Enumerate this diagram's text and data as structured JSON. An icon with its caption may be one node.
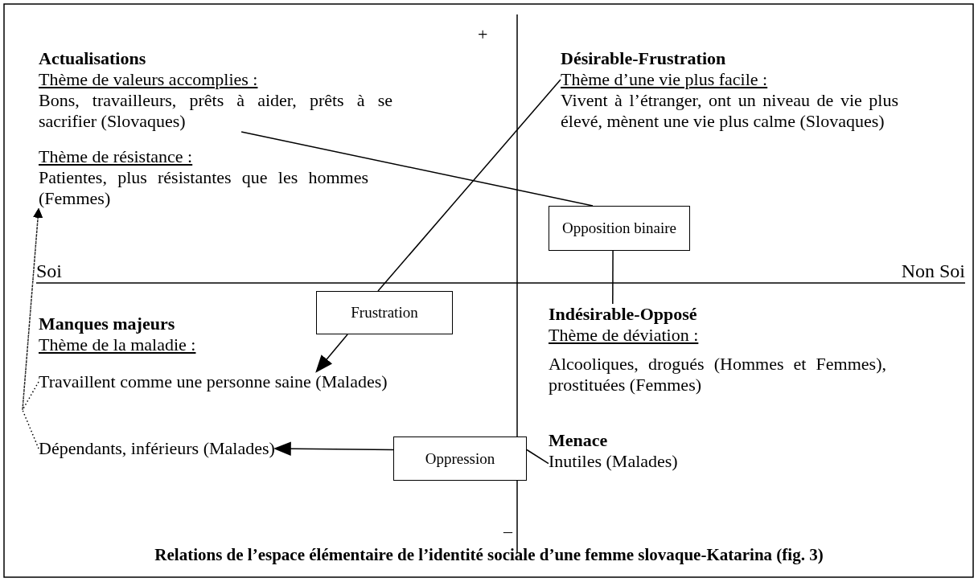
{
  "diagram": {
    "caption": "Relations de l’espace élémentaire de l’identité sociale d’une femme slovaque-Katarina (fig. 3)",
    "nodes": [
      {
        "text": [
          "Actualisations",
          "Thème de valeurs accomplies :",
          "Bons, travailleurs, prêts à aider, prêts à se sacrifier (Slovaques)"
        ]
      },
      {
        "text": [
          "Thème de résistance :",
          "Patientes, plus résistantes que les hommes (Femmes)"
        ]
      },
      {
        "text": [
          "Désirable-Frustration",
          "Thème d’une vie plus facile :",
          "Vivent à l’étranger, ont un niveau de vie plus élevé, mènent une vie plus calme (Slovaques)"
        ]
      },
      {
        "text": [
          "Opposition binaire"
        ]
      },
      {
        "text": [
          "Frustration"
        ]
      },
      {
        "text": [
          "Manques majeurs",
          "Thème de la maladie :"
        ]
      },
      {
        "text": [
          "Travaillent comme une personne saine (Malades)"
        ]
      },
      {
        "text": [
          "Dépendants, inférieurs (Malades)"
        ]
      },
      {
        "text": [
          "Oppression"
        ]
      },
      {
        "text": [
          "Indésirable-Opposé",
          "Thème de déviation :",
          "Alcooliques, drogués (Hommes et Femmes), prostituées (Femmes)"
        ]
      },
      {
        "text": [
          "Menace",
          "Inutiles (Malades)"
        ]
      }
    ],
    "edges": [
      {
        "from": 0,
        "to": 3,
        "arrow": "none"
      },
      {
        "from": 3,
        "to": 9,
        "arrow": "none"
      },
      {
        "from": 2,
        "to": 4,
        "arrow": "none"
      },
      {
        "from": 4,
        "to": 6,
        "arrow": "to"
      },
      {
        "from": 6,
        "to": 1,
        "arrow": "to",
        "style": "dashed"
      },
      {
        "from": 7,
        "to": 1,
        "arrow": "to",
        "style": "dashed"
      },
      {
        "from": 8,
        "to": 7,
        "arrow": "to"
      },
      {
        "from": 8,
        "to": 10,
        "arrow": "none"
      }
    ],
    "labels": [
      "+",
      "Soi",
      "Non Soi",
      "–"
    ]
  }
}
